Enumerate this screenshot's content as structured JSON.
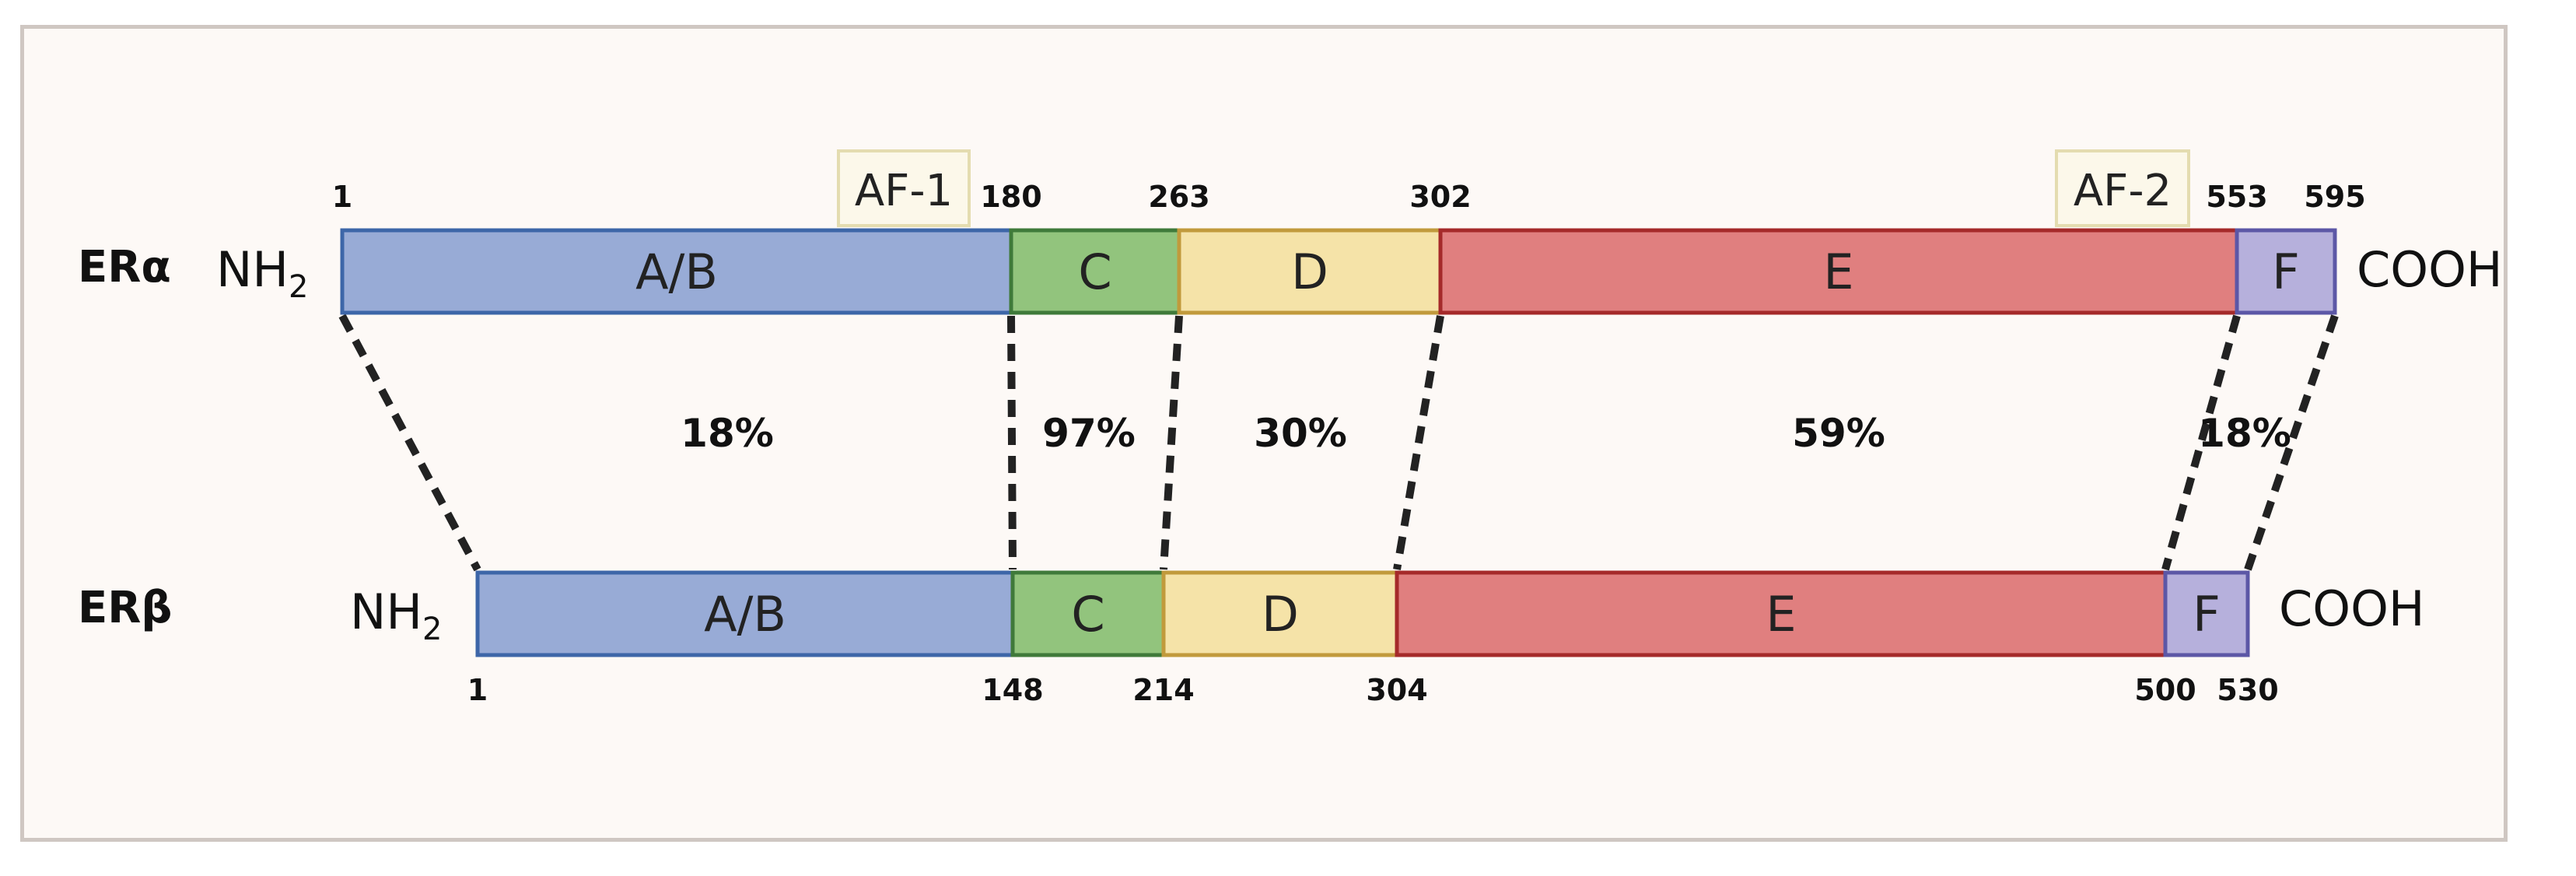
{
  "colors": {
    "A/B": "#98abd6",
    "C": "#92c47d",
    "D": "#f5e3a8",
    "E": "#e07f7f",
    "F": "#b6b0dc",
    "border_A/B": "#3d66a8",
    "border_C": "#3f7a3a",
    "border_D": "#c19a3c",
    "border_E": "#a52a2a",
    "border_F": "#5c57a6",
    "af_fill": "#fcf8ea",
    "af_border": "#e4dcb0"
  },
  "receptors": [
    {
      "name": "ERα",
      "nterm": "NH",
      "nterm_sub": "2",
      "cterm": "COOH",
      "domains": [
        {
          "label": "A/B",
          "start": 1,
          "end": 180
        },
        {
          "label": "C",
          "start": 180,
          "end": 263
        },
        {
          "label": "D",
          "start": 263,
          "end": 302
        },
        {
          "label": "E",
          "start": 302,
          "end": 553
        },
        {
          "label": "F",
          "start": 553,
          "end": 595
        }
      ],
      "positions": [
        "1",
        "180",
        "263",
        "302",
        "553",
        "595"
      ]
    },
    {
      "name": "ERβ",
      "nterm": "NH",
      "nterm_sub": "2",
      "cterm": "COOH",
      "domains": [
        {
          "label": "A/B",
          "start": 1,
          "end": 148
        },
        {
          "label": "C",
          "start": 148,
          "end": 214
        },
        {
          "label": "D",
          "start": 214,
          "end": 304
        },
        {
          "label": "E",
          "start": 304,
          "end": 500
        },
        {
          "label": "F",
          "start": 500,
          "end": 530
        }
      ],
      "positions": [
        "1",
        "148",
        "214",
        "304",
        "500",
        "530"
      ]
    }
  ],
  "homology": [
    "18%",
    "97%",
    "30%",
    "59%",
    "18%"
  ],
  "activation_functions": [
    {
      "label": "AF-1",
      "domain": "A/B"
    },
    {
      "label": "AF-2",
      "domain": "E"
    }
  ]
}
